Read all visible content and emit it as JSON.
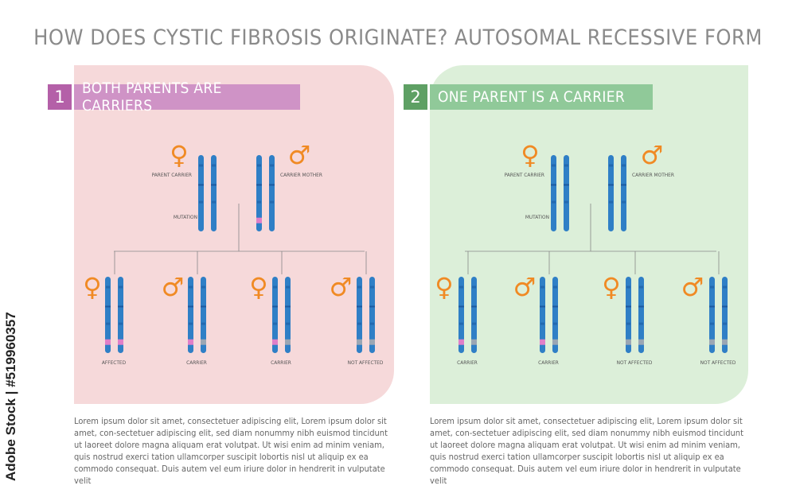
{
  "title": "HOW DOES CYSTIC FIBROSIS ORIGINATE? AUTOSOMAL RECESSIVE FORM",
  "colors": {
    "chromosome": "#2f7fc6",
    "chromosome_dark": "#1c5aa1",
    "mutation": "#e07fc8",
    "normal_band": "#9aa6b4",
    "symbol": "#f08a24",
    "panel_left": "#f6d9da",
    "panel_right": "#dcefd9"
  },
  "panels": [
    {
      "number": "1",
      "heading": "BOTH PARENTS ARE CARRIERS",
      "parents": [
        {
          "symbol": "♀",
          "label": "PARENT CARRIER",
          "marks": [
            "none",
            "none"
          ]
        },
        {
          "symbol": "♂",
          "label": "CARRIER MOTHER",
          "marks": [
            "mutation",
            "none"
          ]
        }
      ],
      "mutation_label": "MUTATION",
      "children": [
        {
          "symbol": "♀",
          "label": "AFFECTED",
          "marks": [
            "mutation",
            "mutation"
          ]
        },
        {
          "symbol": "♂",
          "label": "CARRIER",
          "marks": [
            "mutation",
            "normal"
          ]
        },
        {
          "symbol": "♀",
          "label": "CARRIER",
          "marks": [
            "mutation",
            "normal"
          ]
        },
        {
          "symbol": "♂",
          "label": "NOT AFFECTED",
          "marks": [
            "normal",
            "normal"
          ]
        }
      ],
      "text": "Lorem ipsum dolor sit amet, consectetuer adipiscing elit, Lorem ipsum dolor sit amet, con-sectetuer adipiscing elit, sed diam nonummy nibh euismod tincidunt ut laoreet dolore magna aliquam erat volutpat. Ut wisi enim ad minim veniam, quis nostrud exerci tation ullamcorper suscipit lobortis nisl ut aliquip ex ea commodo consequat. Duis autem vel eum iriure dolor in hendrerit in vulputate velit"
    },
    {
      "number": "2",
      "heading": "ONE PARENT IS A CARRIER",
      "parents": [
        {
          "symbol": "♀",
          "label": "PARENT CARRIER",
          "marks": [
            "none",
            "none"
          ]
        },
        {
          "symbol": "♂",
          "label": "CARRIER MOTHER",
          "marks": [
            "none",
            "none"
          ]
        }
      ],
      "mutation_label": "MUTATION",
      "children": [
        {
          "symbol": "♀",
          "label": "CARRIER",
          "marks": [
            "mutation",
            "normal"
          ]
        },
        {
          "symbol": "♂",
          "label": "CARRIER",
          "marks": [
            "mutation",
            "normal"
          ]
        },
        {
          "symbol": "♀",
          "label": "NOT AFFECTED",
          "marks": [
            "normal",
            "normal"
          ]
        },
        {
          "symbol": "♂",
          "label": "NOT AFFECTED",
          "marks": [
            "normal",
            "normal"
          ]
        }
      ],
      "text": "Lorem ipsum dolor sit amet, consectetuer adipiscing elit, Lorem ipsum dolor sit amet, con-sectetuer adipiscing elit, sed diam nonummy nibh euismod tincidunt ut laoreet dolore magna aliquam erat volutpat. Ut wisi enim ad minim veniam, quis nostrud exerci tation ullamcorper suscipit lobortis nisl ut aliquip ex ea commodo consequat. Duis autem vel eum iriure dolor in hendrerit in vulputate velit"
    }
  ],
  "credit": "Adobe Stock | #519960357"
}
